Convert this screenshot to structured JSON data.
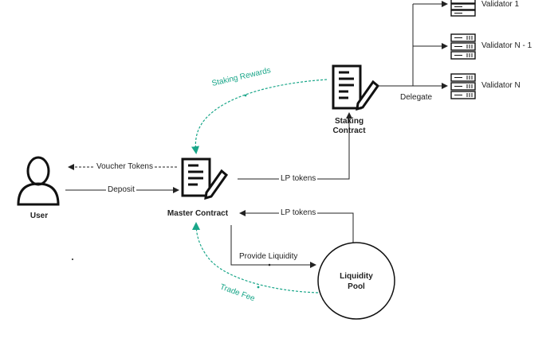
{
  "nodes": {
    "user": "User",
    "master": "Master Contract",
    "staking_line1": "Staking",
    "staking_line2": "Contract",
    "pool_line1": "Liquidity",
    "pool_line2": "Pool",
    "validator_1": "Validator 1",
    "validator_n1": "Validator N - 1",
    "validator_n": "Validator N"
  },
  "edges": {
    "voucher": "Voucher Tokens",
    "deposit": "Deposit",
    "lp_to_staking": "LP tokens",
    "lp_from_pool": "LP tokens",
    "provide": "Provide Liquidity",
    "delegate": "Delegate",
    "staking_rewards": "Staking Rewards",
    "trade_fee": "Trade Fee"
  },
  "colors": {
    "line": "#222222",
    "accent": "#19a689"
  },
  "icons": [
    "user-icon",
    "contract-icon",
    "server-icon"
  ]
}
